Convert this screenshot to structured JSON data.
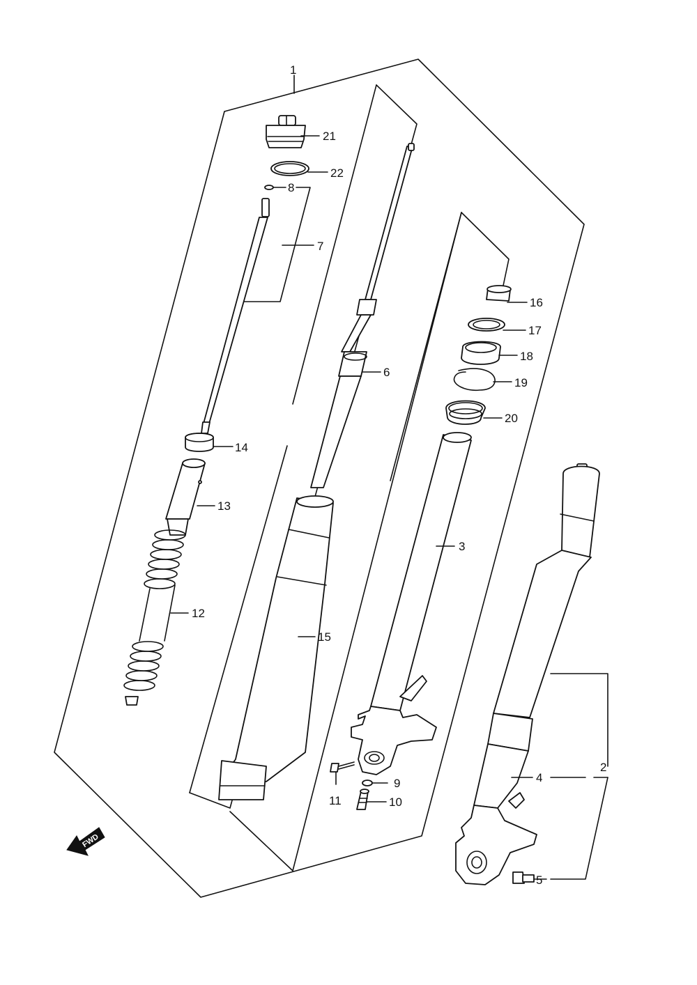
{
  "labels": {
    "p1": "1",
    "p2": "2",
    "p3": "3",
    "p4": "4",
    "p5": "5",
    "p6": "6",
    "p7": "7",
    "p8": "8",
    "p9": "9",
    "p10": "10",
    "p11": "11",
    "p12": "12",
    "p13": "13",
    "p14": "14",
    "p15": "15",
    "p16": "16",
    "p17": "17",
    "p18": "18",
    "p19": "19",
    "p20": "20",
    "p21": "21",
    "p22": "22"
  },
  "fwd_badge": "FWD"
}
